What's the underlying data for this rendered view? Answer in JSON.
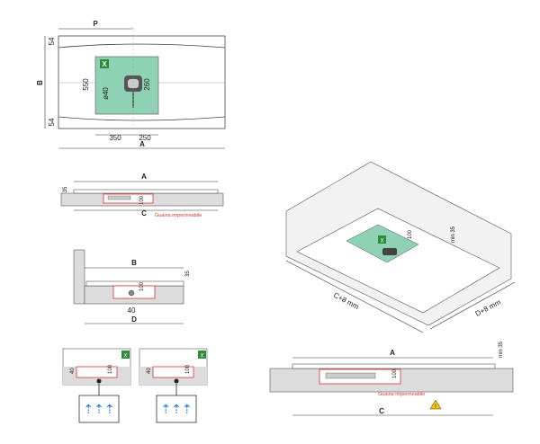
{
  "top_view": {
    "labels": {
      "p": "P",
      "b": "B",
      "a": "A"
    },
    "dims": {
      "top_margin": "54",
      "bottom_margin": "54",
      "height": "550",
      "hole": "ø40",
      "inner": "260",
      "left": "350",
      "right": "250"
    },
    "drain_badge": "X"
  },
  "section_a": {
    "label_a": "A",
    "label_c": "C",
    "height": "35",
    "drain_h": "100",
    "membrane": "Guaina impermeabile"
  },
  "section_b": {
    "label_b": "B",
    "label_d": "D",
    "height": "35",
    "drain_h": "100",
    "offset": "40"
  },
  "detail_left": {
    "badge": "X",
    "dim_40": "40",
    "dim_100": "100"
  },
  "detail_right": {
    "badge": "X",
    "dim_40": "40",
    "dim_100": "100"
  },
  "iso_view": {
    "badge": "X",
    "drain_h": "100",
    "wall_h": "min 35",
    "label_c": "C+8 mm",
    "label_d": "D+8 mm"
  },
  "section_c": {
    "label_a": "A",
    "label_c": "C",
    "wall_h": "min 35",
    "drain_h": "100",
    "membrane": "Guaina impermeabile",
    "warning": "!"
  },
  "colors": {
    "drain_zone": "#8fd1b4",
    "badge": "#2e8b3a",
    "wall": "#dcdcdc",
    "membrane": "#d33",
    "water": "#2a7de1"
  }
}
